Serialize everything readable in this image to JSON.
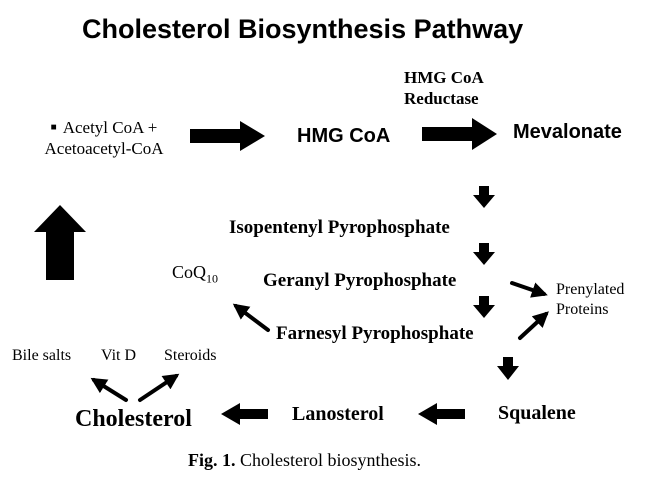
{
  "title": "Cholesterol Biosynthesis Pathway",
  "enzyme_label_line1": "HMG CoA",
  "enzyme_label_line2": "Reductase",
  "nodes": {
    "acetyl_line1": "Acetyl CoA +",
    "acetyl_line2": "Acetoacetyl-CoA",
    "hmg_coa": "HMG CoA",
    "mevalonate": "Mevalonate",
    "isopentenyl": "Isopentenyl Pyrophosphate",
    "geranyl": "Geranyl Pyrophosphate",
    "farnesyl": "Farnesyl Pyrophosphate",
    "coq_base": "CoQ",
    "coq_sub": "10",
    "prenylated_line1": "Prenylated",
    "prenylated_line2": "Proteins",
    "bile_salts": "Bile salts",
    "vit_d": "Vit D",
    "steroids": "Steroids",
    "cholesterol": "Cholesterol",
    "lanosterol": "Lanosterol",
    "squalene": "Squalene"
  },
  "caption": {
    "label": "Fig. 1.",
    "text": " Cholesterol biosynthesis."
  },
  "colors": {
    "ink": "#000000",
    "background": "#ffffff"
  }
}
